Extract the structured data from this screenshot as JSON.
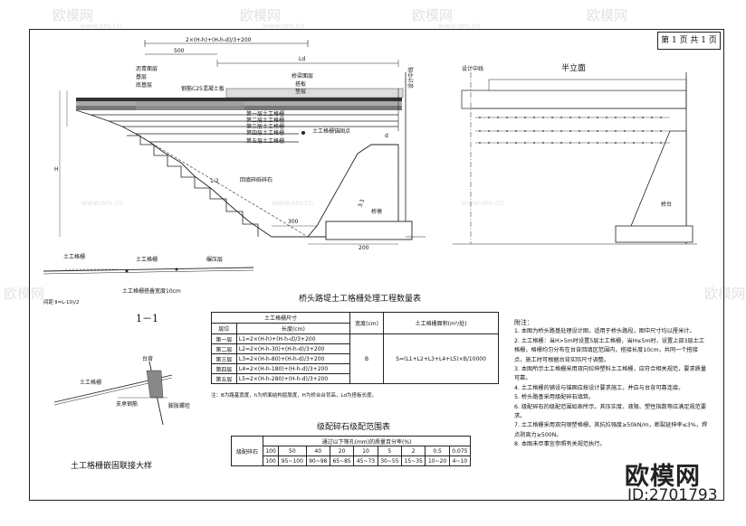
{
  "page_label": "第 1 页  共 1 页",
  "watermarks": {
    "logo_text": "欧模网",
    "url": "www.om.cn"
  },
  "section_main": {
    "top_dim": "2×(H-h)+(H-h-d)/3+200",
    "dim_500": "500",
    "dim_ld": "Ld",
    "pavement_layers": [
      "沥青面层",
      "基层",
      "底基层"
    ],
    "slab_layers": [
      "桥梁面层",
      "搭板",
      "垫层"
    ],
    "concrete_label": "钢筋C25混凝土板",
    "geogrid_layers": [
      "第一层土工格栅",
      "第二层土工格栅",
      "第三层土工格栅",
      "第四层土工格栅",
      "第五层土工格栅"
    ],
    "anchor_label": "土工格栅锚固点",
    "fill_label": "回填碎砾碎石",
    "slope_left": "1:2",
    "slope_right": "3:1",
    "abutment_label": "桥墩",
    "dim_300": "300",
    "dim_200": "200",
    "dim_d": "d",
    "dim_h": "H",
    "design_line": "设计中线",
    "overlap_label": "土工格栅",
    "overlap_label2": "土工格栅",
    "overlap_label3": "碾压层",
    "overlap_note": "土工格栅搭叠宽度10cm",
    "overlap_spacing": "间距 Ⅱ=L-10)/2",
    "section_title": "1－1"
  },
  "elevation": {
    "title": "半立面",
    "abutment_label": "桥台",
    "design_line": "设计中线"
  },
  "anchor_detail": {
    "title": "土工格栅嵌固联接大样",
    "labels": [
      "台背",
      "土工格栅",
      "支承钢筋",
      "膨胀螺栓"
    ]
  },
  "quantity_table": {
    "title": "桥头路堤土工格栅处理工程数量表",
    "col_size": "土工格栅尺寸",
    "col_length": "长度(cm)",
    "col_width": "宽度(cm)",
    "col_area": "土工格栅面积(m²/处)",
    "col_layer": "层位",
    "rows": [
      {
        "layer": "第一层",
        "length": "L1=2×(H-h)+(H-h-d)/3+200"
      },
      {
        "layer": "第二层",
        "length": "L2=2×(H-h-30)+(H-h-d)/3+200"
      },
      {
        "layer": "第三层",
        "length": "L3=2×(H-h-80)+(H-h-d)/3+200"
      },
      {
        "layer": "第四层",
        "length": "L4=2×(H-h-180)+(H-h-d)/3+200"
      },
      {
        "layer": "第五层",
        "length": "L5=2×(H-h-280)+(H-h-d)/3+200"
      }
    ],
    "width": "B",
    "area_formula": "S=(L1+L2+L3+L4+L5)×B/10000",
    "note": "注：B为路基宽度，h为桥面结构层厚度，H为桥台台背高，Ld为搭板长度。"
  },
  "gradation_table": {
    "title": "级配碎石级配范围表",
    "header": "通过以下筛孔(mm)的质量百分率(%)",
    "row_label": "级配碎石",
    "sieves": [
      "100",
      "50",
      "40",
      "20",
      "10",
      "5",
      "2",
      "0.5",
      "0.075"
    ],
    "ranges": [
      "100",
      "95~100",
      "90~98",
      "65~85",
      "45~73",
      "30~55",
      "15~35",
      "10~20",
      "4~10"
    ]
  },
  "notes": {
    "title": "附注：",
    "items": [
      "1. 本图为桥头路基处理设计图，适用于桥头路段，图中尺寸均以厘米计。",
      "2. 土工格栅：当H>5m时设置5层土工格栅，当H≤5m时，设置上部3层土工格栅，格栅均匀分布在台背回填区范围内，搭接长度10cm，共同一个搭接点，施工时可根据台背实际尺寸调整。",
      "3. 本图所示土工格栅采用双向拉伸塑料土工格栅，应符合相关规范，要求质量可靠。",
      "4. 土工格栅的铺设与锚固应按设计要求施工，并应与台背可靠连接。",
      "5. 桥头路基采用级配碎石填筑。",
      "6. 级配碎石的级配范围如表所示，其压实度、液限、塑性指数等应满足规范要求。",
      "7. 土工格栅采用双向钢塑格栅，其抗拉强度≥50kN/m，断裂延伸率≤3%，焊点剥离力≥500N。",
      "8. 本图未尽事宜参照有关规范执行。"
    ]
  },
  "brand": {
    "name": "欧模网",
    "id": "ID:2701793"
  }
}
